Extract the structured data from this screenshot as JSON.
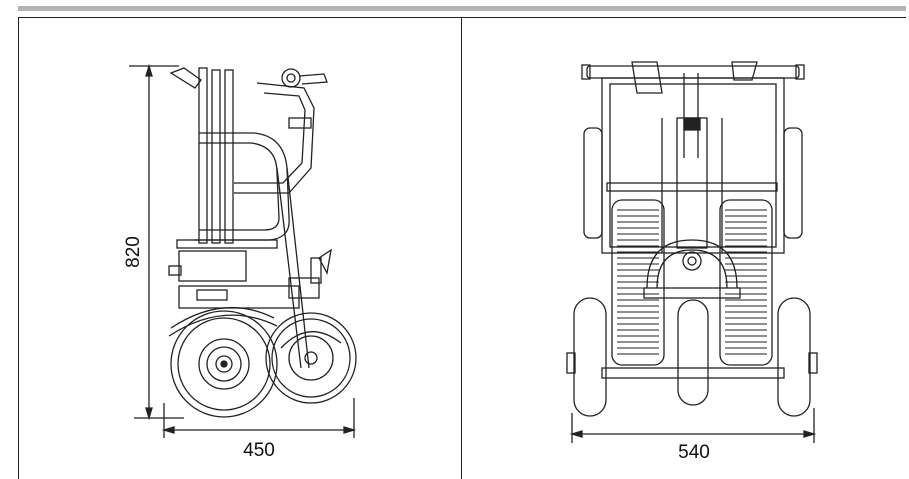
{
  "side_view": {
    "height_label": "820",
    "length_label": "450"
  },
  "front_view": {
    "width_label": "540"
  }
}
